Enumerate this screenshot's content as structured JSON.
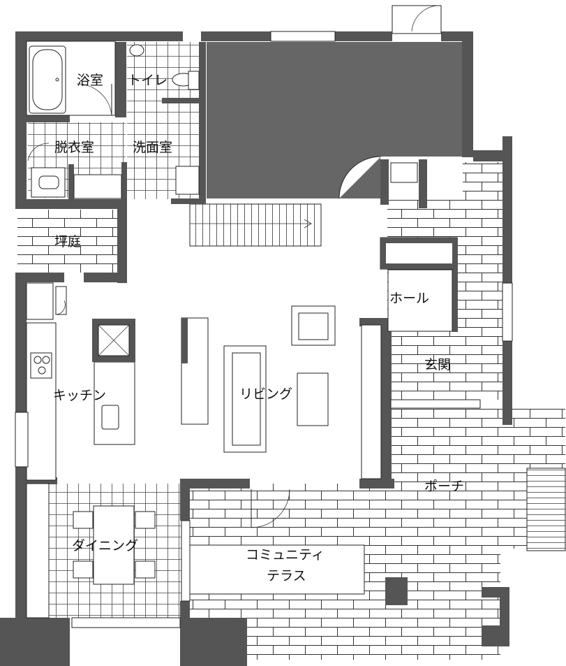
{
  "rooms": {
    "bath": "浴室",
    "toilet": "トイレ",
    "dressing": "脱衣室",
    "washroom": "洗面室",
    "courtyard": "坪庭",
    "hall": "ホール",
    "entrance": "玄関",
    "kitchen": "キッチン",
    "living": "リビング",
    "porch": "ポーチ",
    "dining": "ダイニング",
    "community_line1": "コミュニティ",
    "community_line2": "テラス"
  },
  "colors": {
    "wall": "#555555",
    "void": "#666666",
    "line": "#222222"
  }
}
